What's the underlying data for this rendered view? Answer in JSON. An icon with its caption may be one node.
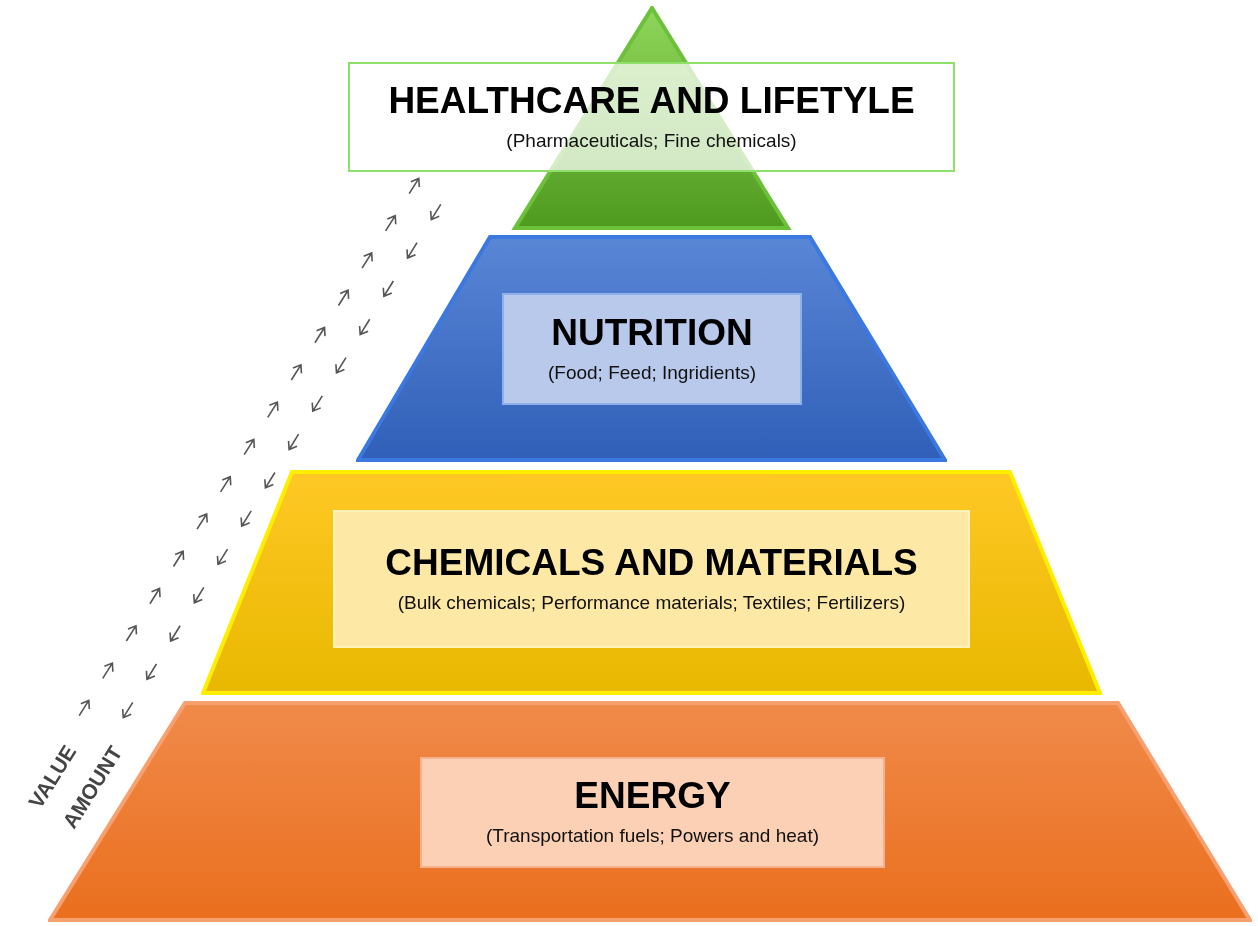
{
  "diagram": {
    "nodes": [
      {
        "text": [
          "HEALTHCARE AND LIFETYLE",
          "(Pharmaceuticals; Fine chemicals)"
        ]
      },
      {
        "text": [
          "NUTRITION",
          "(Food; Feed; Ingridients)"
        ]
      },
      {
        "text": [
          "CHEMICALS AND MATERIALS",
          "(Bulk chemicals; Performance materials; Textiles; Fertilizers)"
        ]
      },
      {
        "text": [
          "ENERGY",
          "(Transportation fuels; Powers and heat)"
        ]
      }
    ],
    "labels": [
      "VALUE",
      "AMOUNT"
    ]
  }
}
